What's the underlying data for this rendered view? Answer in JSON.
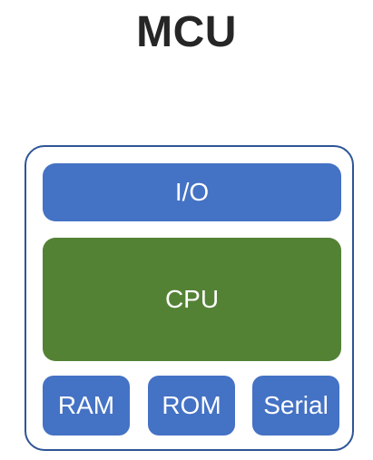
{
  "title": "MCU",
  "blocks": {
    "io": "I/O",
    "cpu": "CPU",
    "ram": "RAM",
    "rom": "ROM",
    "serial": "Serial"
  },
  "colors": {
    "container_border": "#2f5597",
    "blue_block": "#4472c4",
    "green_block": "#548235",
    "title_text": "#262626"
  }
}
